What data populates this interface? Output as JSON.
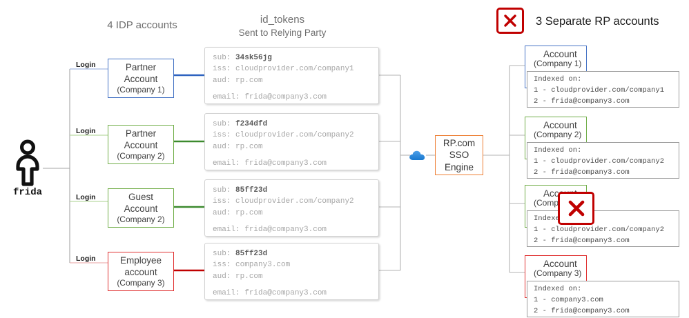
{
  "headers": {
    "idp": "4 IDP accounts",
    "tokens_title": "id_tokens",
    "tokens_sub": "Sent to Relying Party",
    "rp_title": "3 Separate RP accounts"
  },
  "user": {
    "name": "frida",
    "icon": "person-icon"
  },
  "cloud": {
    "icon": "cloud-icon"
  },
  "login_label": "Login",
  "idp_accounts": [
    {
      "line1": "Partner",
      "line2": "Account",
      "line3": "(Company 1)",
      "color": "#4472C4"
    },
    {
      "line1": "Partner",
      "line2": "Account",
      "line3": "(Company 2)",
      "color": "#70AD47"
    },
    {
      "line1": "Guest",
      "line2": "Account",
      "line3": "(Company 2)",
      "color": "#70AD47"
    },
    {
      "line1": "Employee",
      "line2": "account",
      "line3": "(Company 3)",
      "color": "#E03030"
    }
  ],
  "id_tokens": [
    {
      "sub_key": "sub:",
      "sub": "34sk56jg",
      "iss_key": "iss:",
      "iss": "cloudprovider.com/company1",
      "aud_key": "aud:",
      "aud": "rp.com",
      "email_key": "email:",
      "email": "frida@company3.com",
      "wire_color": "#2E63C0"
    },
    {
      "sub_key": "sub:",
      "sub": "f234dfd",
      "iss_key": "iss:",
      "iss": "cloudprovider.com/company2",
      "aud_key": "aud:",
      "aud": "rp.com",
      "email_key": "email:",
      "email": "frida@company3.com",
      "wire_color": "#3C8A2E"
    },
    {
      "sub_key": "sub:",
      "sub": "85ff23d",
      "iss_key": "iss:",
      "iss": "cloudprovider.com/company2",
      "aud_key": "aud:",
      "aud": "rp.com",
      "email_key": "email:",
      "email": "frida@company3.com",
      "wire_color": "#3C8A2E"
    },
    {
      "sub_key": "sub:",
      "sub": "85ff23d",
      "iss_key": "iss:",
      "iss": "company3.com",
      "aud_key": "aud:",
      "aud": "rp.com",
      "email_key": "email:",
      "email": "frida@company3.com",
      "wire_color": "#C00000"
    }
  ],
  "sso_engine": {
    "line1": "RP.com",
    "line2": "SSO",
    "line3": "Engine",
    "color": "#ED7D31"
  },
  "rp_accounts": [
    {
      "title": "Account",
      "sub": "(Company 1)",
      "color": "#4472C4",
      "index_label": "Indexed on:",
      "rows": [
        "1 - cloudprovider.com/company1",
        "2 - frida@company3.com"
      ]
    },
    {
      "title": "Account",
      "sub": "(Company 2)",
      "color": "#70AD47",
      "index_label": "Indexed on:",
      "rows": [
        "1 - cloudprovider.com/company2",
        "2 - frida@company3.com"
      ]
    },
    {
      "title": "Account",
      "sub": "(Company 2)",
      "color": "#70AD47",
      "index_label": "Indexed on:",
      "rows": [
        "1 - cloudprovider.com/company2",
        "2 - frida@company3.com"
      ]
    },
    {
      "title": "Account",
      "sub": "(Company 3)",
      "color": "#E03030",
      "index_label": "Indexed on:",
      "rows": [
        "1 - company3.com",
        "2 - frida@company3.com"
      ]
    }
  ],
  "x_marks": [
    {
      "name": "x-mark-title",
      "color": "#C00000"
    },
    {
      "name": "x-mark-duplicate-account",
      "color": "#C00000"
    }
  ]
}
